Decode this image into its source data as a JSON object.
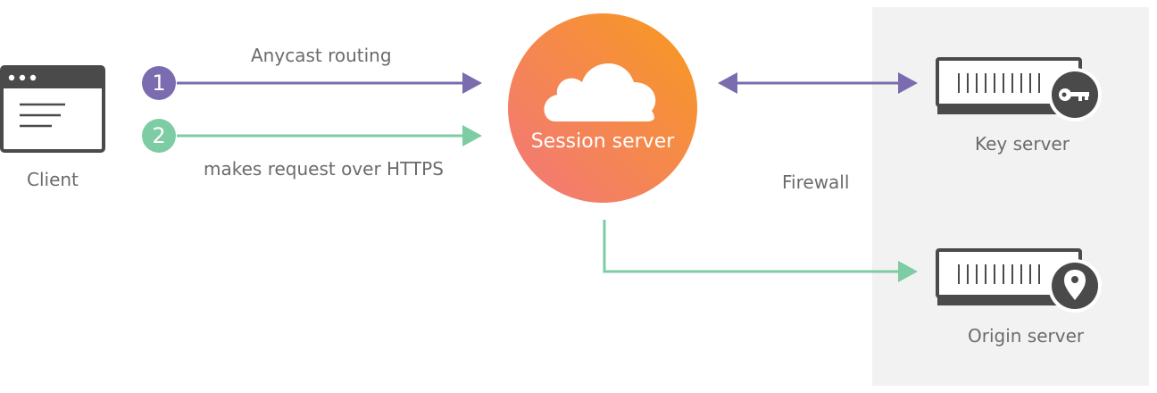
{
  "client": {
    "label": "Client"
  },
  "steps": [
    {
      "number": "1",
      "label": "Anycast routing",
      "color": "#7b6cb0"
    },
    {
      "number": "2",
      "label": "makes request over HTTPS",
      "color": "#7dcca3"
    }
  ],
  "session_server": {
    "label": "Session server",
    "gradient": [
      "#f89a1e",
      "#f2767c"
    ]
  },
  "firewall": {
    "label": "Firewall",
    "zone_color": "#f2f2f2"
  },
  "key_server": {
    "label": "Key server"
  },
  "origin_server": {
    "label": "Origin server"
  },
  "colors": {
    "icon_dark": "#4a4a4a",
    "text": "#6b6b6b"
  }
}
